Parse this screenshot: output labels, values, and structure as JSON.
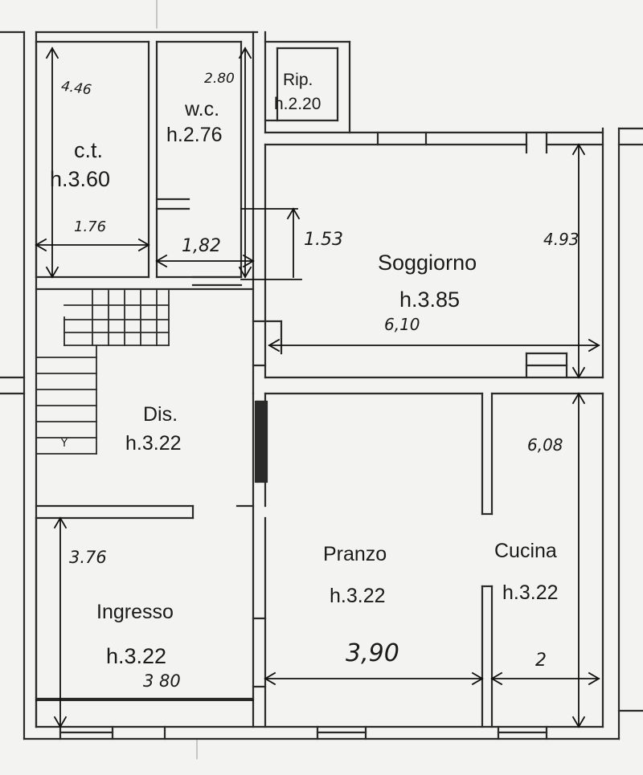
{
  "rooms": {
    "ct": {
      "name": "c.t.",
      "height": "h.3.60"
    },
    "wc": {
      "name": "w.c.",
      "height": "h.2.76"
    },
    "rip": {
      "name": "Rip.",
      "height": "h.2.20"
    },
    "soggiorno": {
      "name": "Soggiorno",
      "height": "h.3.85"
    },
    "dis": {
      "name": "Dis.",
      "height": "h.3.22"
    },
    "ingresso": {
      "name": "Ingresso",
      "height": "h.3.22"
    },
    "pranzo": {
      "name": "Pranzo",
      "height": "h.3.22"
    },
    "cucina": {
      "name": "Cucina",
      "height": "h.3.22"
    }
  },
  "dimensions": {
    "ct_height": "4.46",
    "ct_width": "1.76",
    "wc_height": "2.80",
    "wc_width": "1,82",
    "corridor": "1.53",
    "soggiorno_height": "4.93",
    "soggiorno_width": "6,10",
    "cucina_height": "6,08",
    "ingresso_height": "3.76",
    "ingresso_width": "3 80",
    "pranzo_width": "3,90",
    "cucina_width": "2"
  },
  "stair_marker": "Y"
}
